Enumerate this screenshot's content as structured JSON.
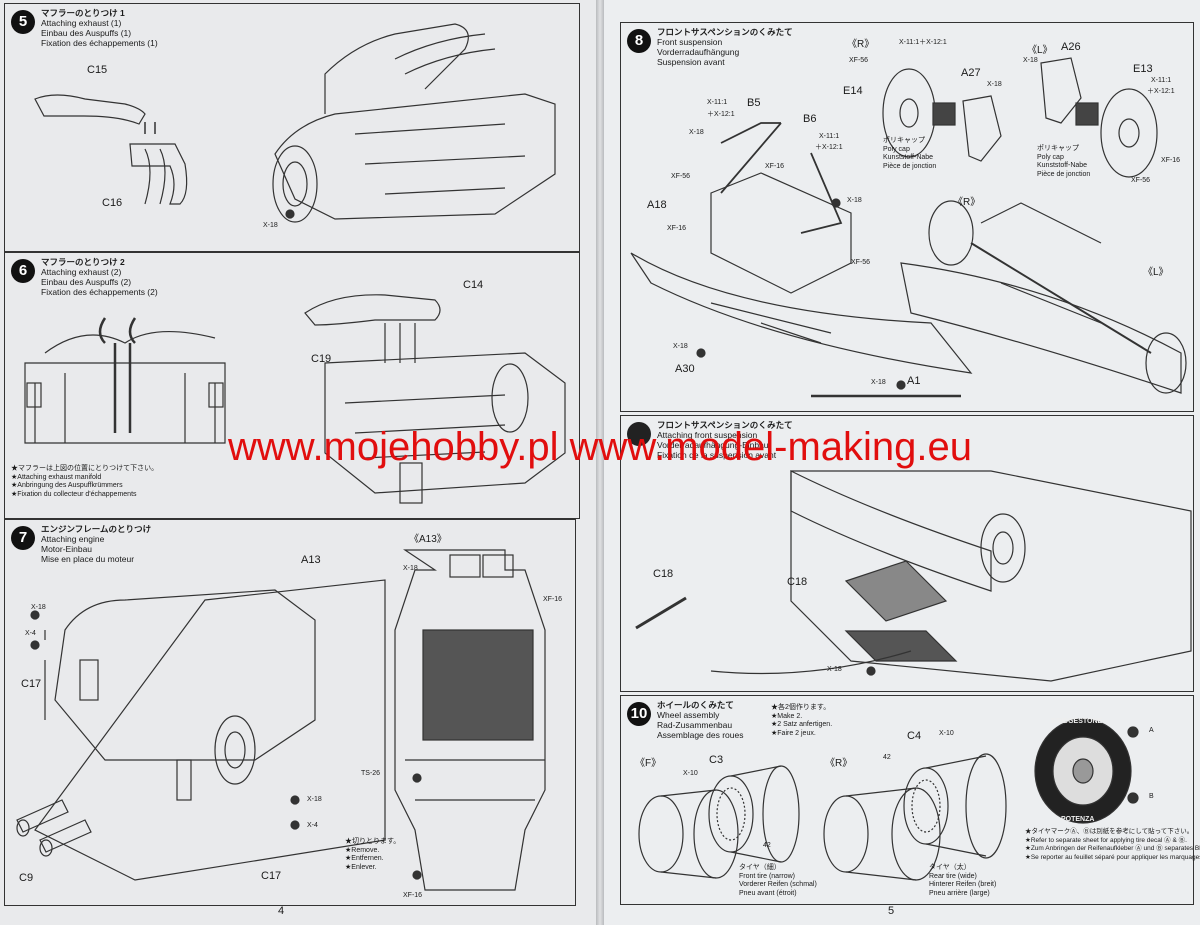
{
  "steps": {
    "s5": {
      "num": "5",
      "jp": "マフラーのとりつけ 1",
      "en": "Attaching exhaust (1)",
      "de": "Einbau des Auspuffs (1)",
      "fr": "Fixation des échappements (1)",
      "labels": {
        "c15": "C15",
        "c16": "C16",
        "x18": "X-18"
      }
    },
    "s6": {
      "num": "6",
      "jp": "マフラーのとりつけ 2",
      "en": "Attaching exhaust (2)",
      "de": "Einbau des Auspuffs (2)",
      "fr": "Fixation des échappements (2)",
      "labels": {
        "c14": "C14",
        "c19": "C19"
      },
      "note": {
        "jp": "★マフラーは上図の位置にとりつけて下さい。",
        "en": "★Attaching exhaust manifold",
        "de": "★Anbringung des Auspuffkrümmers",
        "fr": "★Fixation du collecteur d'échappements"
      }
    },
    "s7": {
      "num": "7",
      "jp": "エンジンフレームのとりつけ",
      "en": "Attaching engine",
      "de": "Motor-Einbau",
      "fr": "Mise en place du moteur",
      "labels": {
        "a13": "A13",
        "a13b": "《A13》",
        "x18a": "X-18",
        "x4a": "X-4",
        "c17a": "C17",
        "x18b": "X-18",
        "x4b": "X-4",
        "c17b": "C17",
        "c9": "C9",
        "x18c": "X-18",
        "xf16a": "XF-16",
        "ts26": "TS-26",
        "xf16b": "XF-16"
      },
      "note": {
        "jp": "★切りとります。",
        "en": "★Remove.",
        "de": "★Entfernen.",
        "fr": "★Enlever."
      }
    },
    "s8": {
      "num": "8",
      "jp": "フロントサスペンションのくみたて",
      "en": "Front suspension",
      "de": "Vorderradaufhängung",
      "fr": "Suspension avant",
      "labels": {
        "r": "《R》",
        "l": "《L》",
        "x11a": "X-11:1＋X-12:1",
        "xf56a": "XF-56",
        "e14": "E14",
        "a27": "A27",
        "x18a": "X-18",
        "a26": "A26",
        "x18b": "X-18",
        "e13": "E13",
        "x11b": "X-11:1",
        "x12b": "＋X-12:1",
        "b5": "B5",
        "x11c": "X-11:1",
        "x12c": "＋X-12:1",
        "x18c": "X-18",
        "xf16a": "XF-16",
        "b6": "B6",
        "x11d": "X-11:1",
        "x12d": "＋X-12:1",
        "xf56b": "XF-56",
        "a18": "A18",
        "xf16b": "XF-16",
        "x18d": "X-18",
        "xf56c": "XF-56",
        "xf16c": "XF-16",
        "xf56d": "XF-56",
        "x18e": "X-18",
        "a30": "A30",
        "x18f": "X-18",
        "a1": "A1",
        "r2": "《R》",
        "l2": "《L》"
      },
      "polycap": {
        "jp": "ポリキャップ",
        "en": "Poly cap",
        "de": "Kunststoff-Nabe",
        "fr": "Pièce de jonction"
      }
    },
    "s9": {
      "jp": "フロントサスペンションのくみたて",
      "en": "Attaching front suspension",
      "de": "Vorderradaufhängung-Einbau",
      "fr": "Fixation de la suspension avant",
      "labels": {
        "c18a": "C18",
        "c18b": "C18",
        "x18": "X-18"
      }
    },
    "s10": {
      "num": "10",
      "jp": "ホイールのくみたて",
      "en": "Wheel assembly",
      "de": "Rad-Zusammenbau",
      "fr": "Assemblage des roues",
      "make": {
        "jp": "★各2個作ります。",
        "en": "★Make 2.",
        "de": "★2 Satz anfertigen.",
        "fr": "★Faire 2 jeux."
      },
      "labels": {
        "f": "《F》",
        "r": "《R》",
        "c3": "C3",
        "x10a": "X-10",
        "c4": "C4",
        "x10b": "X-10",
        "n42a": "42",
        "n42b": "42",
        "ma": "A",
        "mb": "B",
        "brand": "BRIDGESTONE",
        "model": "POTENZA"
      },
      "front_tire": {
        "jp": "タイヤ（細）",
        "en": "Front tire (narrow)",
        "de": "Vorderer Reifen (schmal)",
        "fr": "Pneu avant (étroit)"
      },
      "rear_tire": {
        "jp": "タイヤ（太）",
        "en": "Rear tire (wide)",
        "de": "Hinterer Reifen (breit)",
        "fr": "Pneu arrière (large)"
      },
      "decal_note": {
        "jp": "★タイヤマークⒶ、Ⓑは別紙を参考にして貼って下さい。",
        "en": "★Refer to separate sheet for applying tire decal Ⓐ & Ⓑ.",
        "de": "★Zum Anbringen der Reifenaufkleber Ⓐ und Ⓑ separates Blatt beachten.",
        "fr": "★Se reporter au feuillet séparé pour appliquer les marquages de pneus Ⓐ et Ⓑ."
      }
    }
  },
  "watermark": "www.mojehobby.pl www.model-making.eu",
  "page_numbers": {
    "left": "4",
    "right": "5"
  },
  "colors": {
    "watermark": "#e10e0e",
    "paper": "#e9eaec",
    "ink": "#1a1a1a"
  }
}
